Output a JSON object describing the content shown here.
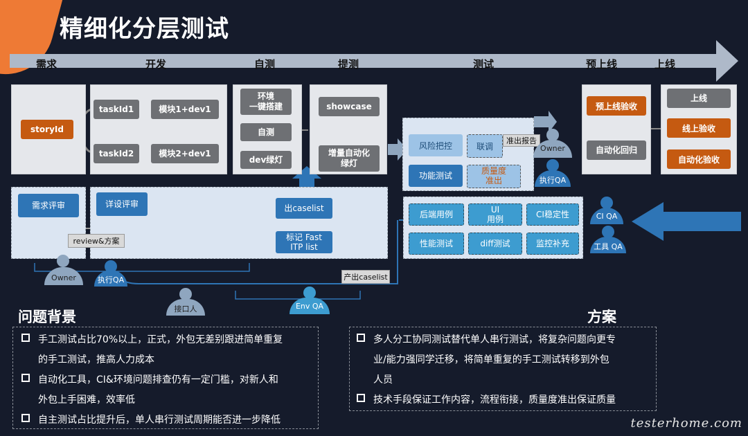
{
  "title": "精细化分层测试",
  "stages": [
    "需求",
    "开发",
    "自测",
    "提测",
    "测试",
    "预上线",
    "上线"
  ],
  "dev": {
    "story": "storyId",
    "task1": "taskId1",
    "task2": "taskId2",
    "mod1": "模块1+dev1",
    "mod2": "模块2+dev1"
  },
  "selftest": {
    "env": "环境\n一键搭建",
    "self": "自测",
    "green": "dev绿灯"
  },
  "submit": {
    "showcase": "showcase",
    "incr": "增量自动化\n绿灯"
  },
  "test": {
    "risk": "风险把控",
    "joint": "联调",
    "func": "功能测试",
    "quality": "质量度\n准出",
    "report": "准出报告"
  },
  "preline": {
    "verify": "预上线验收",
    "autoreg": "自动化回归"
  },
  "online": {
    "online": "上线",
    "onverify": "线上验收",
    "autoverify": "自动化验收"
  },
  "req": {
    "review": "需求评审",
    "design": "详设评审",
    "caselist": "出caselist",
    "mark": "标记 Fast\nITP list",
    "tag_review": "review&方案",
    "tag_prod": "产出caselist"
  },
  "tests": {
    "backend": "后端用例",
    "ui": "UI\n用例",
    "ci": "CI稳定性",
    "perf": "性能测试",
    "diff": "diff测试",
    "monitor": "监控补充"
  },
  "people": {
    "owner1": "Owner",
    "exec1": "执行QA",
    "iface": "接口人",
    "envqa": "Env QA",
    "owner2": "Owner",
    "exec2": "执行QA",
    "ciqa": "CI QA",
    "toolqa": "工具 QA"
  },
  "problem": {
    "title": "问题背景",
    "items": [
      [
        "手工测试占比70%以上，正式，外包无差别跟进简单重复",
        "的手工测试，推高人力成本"
      ],
      [
        "自动化工具，CI&环境问题排查仍有一定门槛，对新人和",
        "外包上手困难，效率低"
      ],
      [
        "自主测试占比提升后，单人串行测试周期能否进一步降低"
      ]
    ]
  },
  "solution": {
    "title": "方案",
    "items": [
      [
        "多人分工协同测试替代单人串行测试，将复杂问题向更专",
        "业/能力强同学迁移，将简单重复的手工测试转移到外包",
        "人员"
      ],
      [
        "技术手段保证工作内容，流程衔接，质量度准出保证质量"
      ]
    ]
  },
  "watermark": "testerhome.com",
  "colors": {
    "bg": "#151b2b",
    "orange": "#c55a11",
    "blue": "#2e75b6",
    "teal": "#3d9cd0",
    "gray": "#6e7074"
  }
}
